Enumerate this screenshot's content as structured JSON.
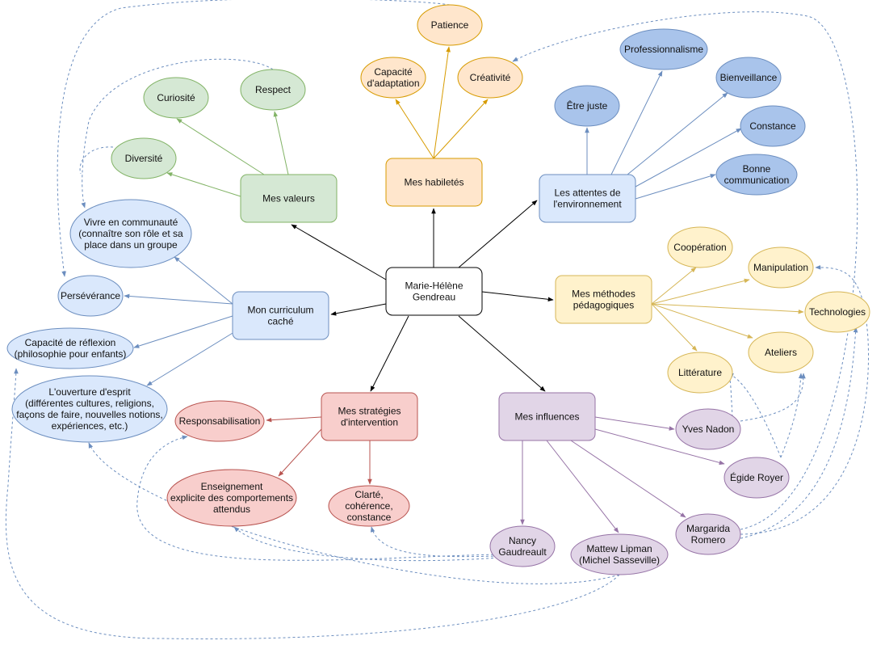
{
  "colors": {
    "green": {
      "fill": "#d5e8d4",
      "stroke": "#82b366"
    },
    "orange": {
      "fill": "#ffe6cc",
      "stroke": "#d79b00"
    },
    "blue": {
      "fill": "#dae8fc",
      "stroke": "#6c8ebf"
    },
    "blue2": {
      "fill": "#a9c4eb",
      "stroke": "#6c8ebf"
    },
    "yellow": {
      "fill": "#fff2cc",
      "stroke": "#d6b656"
    },
    "red": {
      "fill": "#f8cecc",
      "stroke": "#b85450"
    },
    "purple": {
      "fill": "#e1d5e7",
      "stroke": "#9673a6"
    },
    "white": {
      "fill": "#ffffff",
      "stroke": "#000000"
    },
    "dashed": "#6c8ebf"
  },
  "nodes": {
    "center": {
      "label": [
        "Marie-Hélène",
        "Gendreau"
      ]
    },
    "valeurs": {
      "label": [
        "Mes valeurs"
      ]
    },
    "habiletes": {
      "label": [
        "Mes habiletés"
      ]
    },
    "attentes": {
      "label": [
        "Les attentes de",
        "l'environnement"
      ]
    },
    "methodes": {
      "label": [
        "Mes méthodes",
        "pédagogiques"
      ]
    },
    "influences": {
      "label": [
        "Mes influences"
      ]
    },
    "strategies": {
      "label": [
        "Mes stratégies",
        "d'intervention"
      ]
    },
    "curriculum": {
      "label": [
        "Mon curriculum",
        "caché"
      ]
    },
    "curiosite": {
      "label": [
        "Curiosité"
      ]
    },
    "respect": {
      "label": [
        "Respect"
      ]
    },
    "diversite": {
      "label": [
        "Diversité"
      ]
    },
    "patience": {
      "label": [
        "Patience"
      ]
    },
    "adaptation": {
      "label": [
        "Capacité",
        "d'adaptation"
      ]
    },
    "creativite": {
      "label": [
        "Créativité"
      ]
    },
    "professionnalisme": {
      "label": [
        "Professionnalisme"
      ]
    },
    "bienveillance": {
      "label": [
        "Bienveillance"
      ]
    },
    "etrejuste": {
      "label": [
        "Être juste"
      ]
    },
    "constance": {
      "label": [
        "Constance"
      ]
    },
    "bonnecomm": {
      "label": [
        "Bonne",
        "communication"
      ]
    },
    "cooperation": {
      "label": [
        "Coopération"
      ]
    },
    "manipulation": {
      "label": [
        "Manipulation"
      ]
    },
    "technologies": {
      "label": [
        "Technologies"
      ]
    },
    "ateliers": {
      "label": [
        "Ateliers"
      ]
    },
    "litterature": {
      "label": [
        "Littérature"
      ]
    },
    "yvesnadon": {
      "label": [
        "Yves Nadon"
      ]
    },
    "egideroyer": {
      "label": [
        "Égide Royer"
      ]
    },
    "margarida": {
      "label": [
        "Margarida",
        "Romero"
      ]
    },
    "lipman": {
      "label": [
        "Mattew Lipman",
        "(Michel Sasseville)"
      ]
    },
    "nancy": {
      "label": [
        "Nancy",
        "Gaudreault"
      ]
    },
    "responsabilisation": {
      "label": [
        "Responsabilisation"
      ]
    },
    "enseignement": {
      "label": [
        "Enseignement",
        "explicite des comportements",
        "attendus"
      ]
    },
    "clarte": {
      "label": [
        "Clarté,",
        "cohérence,",
        "constance"
      ]
    },
    "communaute": {
      "label": [
        "Vivre en communauté",
        "(connaître son rôle et sa",
        "place dans un groupe"
      ]
    },
    "perseverance": {
      "label": [
        "Persévérance"
      ]
    },
    "reflexion": {
      "label": [
        "Capacité de réflexion",
        "(philosophie pour enfants)"
      ]
    },
    "ouverture": {
      "label": [
        "L'ouverture d'esprit",
        "(différentes cultures, religions,",
        "façons de faire, nouvelles notions,",
        "expériences, etc.)"
      ]
    }
  }
}
